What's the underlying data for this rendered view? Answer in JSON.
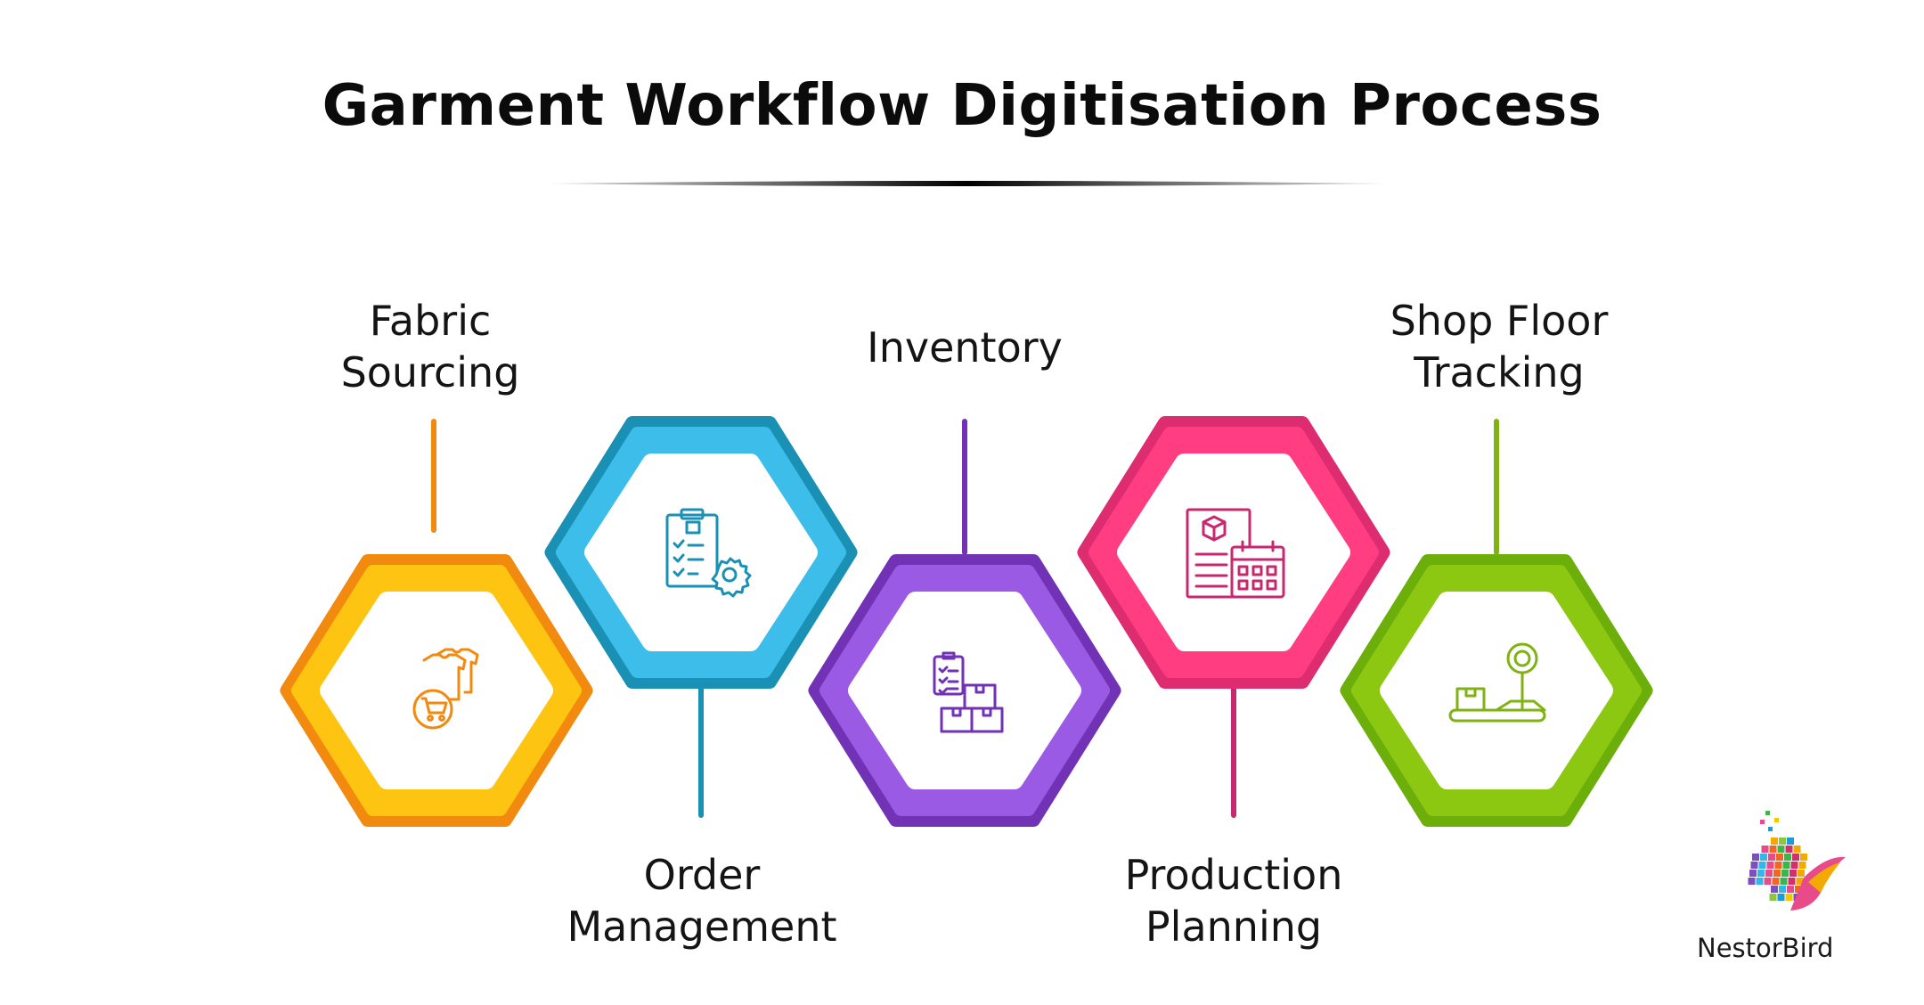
{
  "title": "Garment Workflow Digitisation Process",
  "steps": [
    {
      "line1": "Fabric",
      "line2": "Sourcing",
      "icon": "clothes-shopping-cart-icon",
      "outer": "#F28A10",
      "inner": "#FDC412",
      "line": "#F28A10"
    },
    {
      "line1": "Order",
      "line2": "Management",
      "icon": "clipboard-gear-icon",
      "outer": "#1A90B4",
      "inner": "#3DBDEA",
      "line": "#1A90B4"
    },
    {
      "line1": "Inventory",
      "line2": "",
      "icon": "checklist-boxes-icon",
      "outer": "#7132B6",
      "inner": "#9A5AE4",
      "line": "#7132B6"
    },
    {
      "line1": "Production",
      "line2": "Planning",
      "icon": "box-calendar-icon",
      "outer": "#DE2C70",
      "inner": "#FF3D80",
      "line": "#C8286E"
    },
    {
      "line1": "Shop Floor",
      "line2": "Tracking",
      "icon": "location-pin-box-icon",
      "outer": "#6CAE0A",
      "inner": "#8CC712",
      "line": "#7FB212"
    }
  ],
  "brand": {
    "name": "NestorBird"
  }
}
